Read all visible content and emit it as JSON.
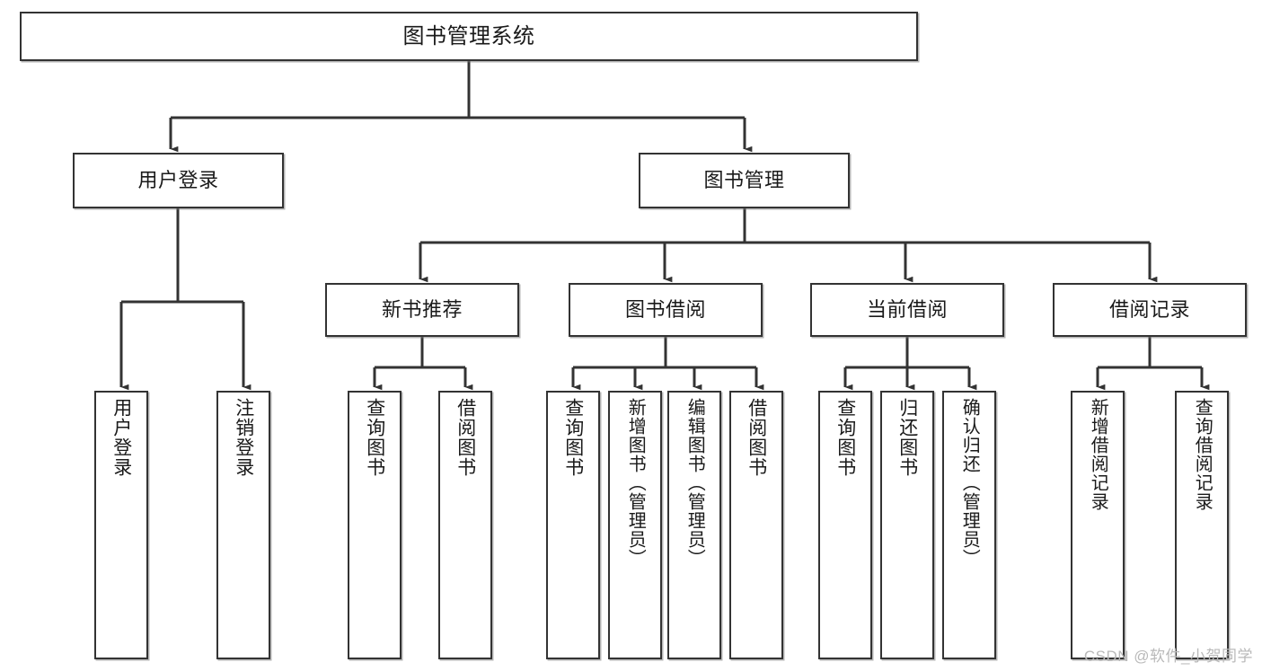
{
  "diagram": {
    "type": "tree",
    "title": "图书管理系统",
    "watermark": "CSDN @软件_小贺同学",
    "colors": {
      "background": "#ffffff",
      "box_border": "#333333",
      "box_fill": "#ffffff",
      "connector": "#333333",
      "text": "#1a1a1a",
      "watermark": "#b9b9b9"
    },
    "root": {
      "label": "图书管理系统"
    },
    "level2": [
      {
        "label": "用户登录"
      },
      {
        "label": "图书管理"
      }
    ],
    "level3": [
      {
        "label": "新书推荐"
      },
      {
        "label": "图书借阅"
      },
      {
        "label": "当前借阅"
      },
      {
        "label": "借阅记录"
      }
    ],
    "leaves": {
      "user_login": [
        {
          "label": "用户登录"
        },
        {
          "label": "注销登录"
        }
      ],
      "new_book_recommend": [
        {
          "label": "查询图书"
        },
        {
          "label": "借阅图书"
        }
      ],
      "book_borrow": [
        {
          "label": "查询图书"
        },
        {
          "label": "新增图书（管理员）"
        },
        {
          "label": "编辑图书（管理员）"
        },
        {
          "label": "借阅图书"
        }
      ],
      "current_borrow": [
        {
          "label": "查询图书"
        },
        {
          "label": "归还图书"
        },
        {
          "label": "确认归还（管理员）"
        }
      ],
      "borrow_record": [
        {
          "label": "新增借阅记录"
        },
        {
          "label": "查询借阅记录"
        }
      ]
    }
  }
}
